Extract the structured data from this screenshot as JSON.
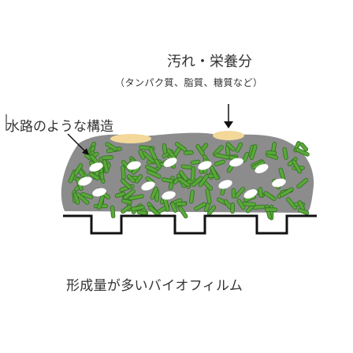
{
  "labels": {
    "dirt_nutrients": "汚れ・栄養分",
    "nutrient_types": "（タンパク質、脂質、糖質など）",
    "water_channel": "水路のような構造",
    "caption": "形成量が多いバイオフィルム"
  },
  "colors": {
    "biofilm_matrix": "#8c8c8c",
    "bacteria": "#5aa83a",
    "bacteria_dark": "#2f6e1f",
    "nutrient_deposit": "#f3d89a",
    "water_channel": "#ffffff",
    "surface": "#111111"
  }
}
